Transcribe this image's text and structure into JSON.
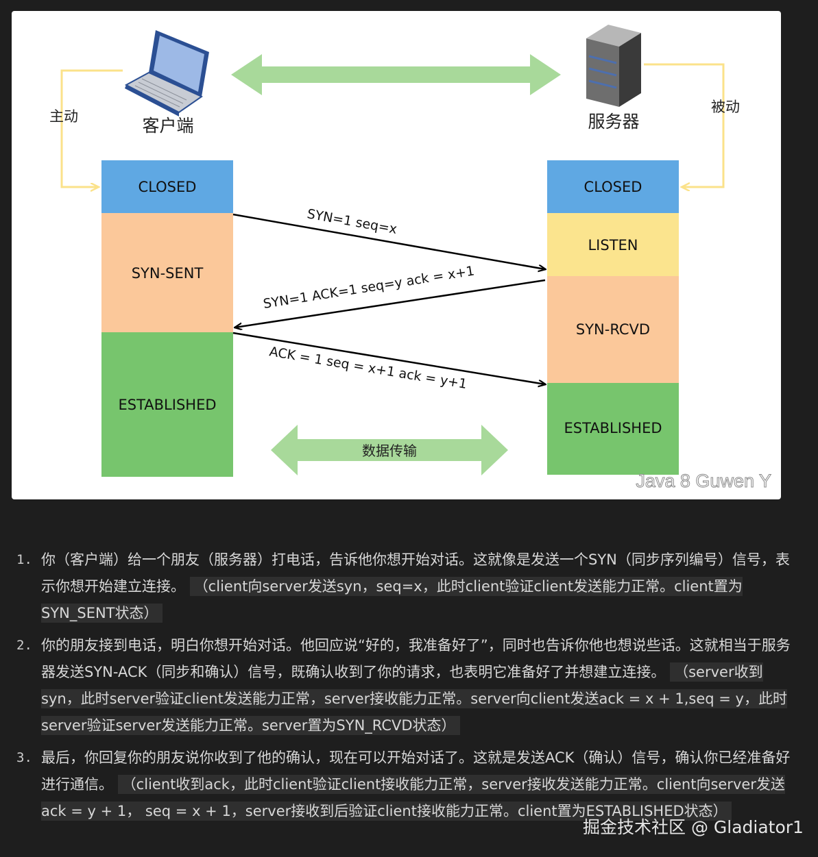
{
  "diagram": {
    "client_label": "客户端",
    "server_label": "服务器",
    "active_label": "主动",
    "passive_label": "被动",
    "data_transfer_label": "数据传输",
    "watermark": "Java 8 Guwen Y",
    "client_states": [
      "CLOSED",
      "SYN-SENT",
      "ESTABLISHED"
    ],
    "server_states": [
      "CLOSED",
      "LISTEN",
      "SYN-RCVD",
      "ESTABLISHED"
    ],
    "messages": [
      "SYN=1  seq=x",
      "SYN=1 ACK=1 seq=y ack = x+1",
      "ACK = 1 seq = x+1 ack = y+1"
    ],
    "colors": {
      "closed": "#5fa8e3",
      "syn": "#fbc89a",
      "listen": "#fbe48e",
      "established": "#77c56d",
      "arrow_green": "#a8d99a",
      "bracket_yellow": "#fbe28a"
    }
  },
  "steps": [
    {
      "num": "1.",
      "text": "你（客户端）给一个朋友（服务器）打电话，告诉他你想开始对话。这就像是发送一个SYN（同步序列编号）信号，表示你想开始建立连接。",
      "note": "（client向server发送syn，seq=x，此时client验证client发送能力正常。client置为SYN_SENT状态）"
    },
    {
      "num": "2.",
      "text": "你的朋友接到电话，明白你想开始对话。他回应说“好的，我准备好了”，同时也告诉你他也想说些话。这就相当于服务器发送SYN-ACK（同步和确认）信号，既确认收到了你的请求，也表明它准备好了并想建立连接。",
      "note": "（server收到syn，此时server验证client发送能力正常，server接收能力正常。server向client发送ack = x + 1,seq = y，此时server验证server发送能力正常。server置为SYN_RCVD状态）"
    },
    {
      "num": "3.",
      "text": "最后，你回复你的朋友说你收到了他的确认，现在可以开始对话了。这就是发送ACK（确认）信号，确认你已经准备好进行通信。",
      "note": "（client收到ack，此时client验证client接收能力正常，server接收发送能力正常。client向server发送ack = y + 1， seq = x + 1，server接收到后验证client接收能力正常。client置为ESTABLISHED状态）"
    }
  ],
  "footer": "掘金技术社区 @ Gladiator1"
}
